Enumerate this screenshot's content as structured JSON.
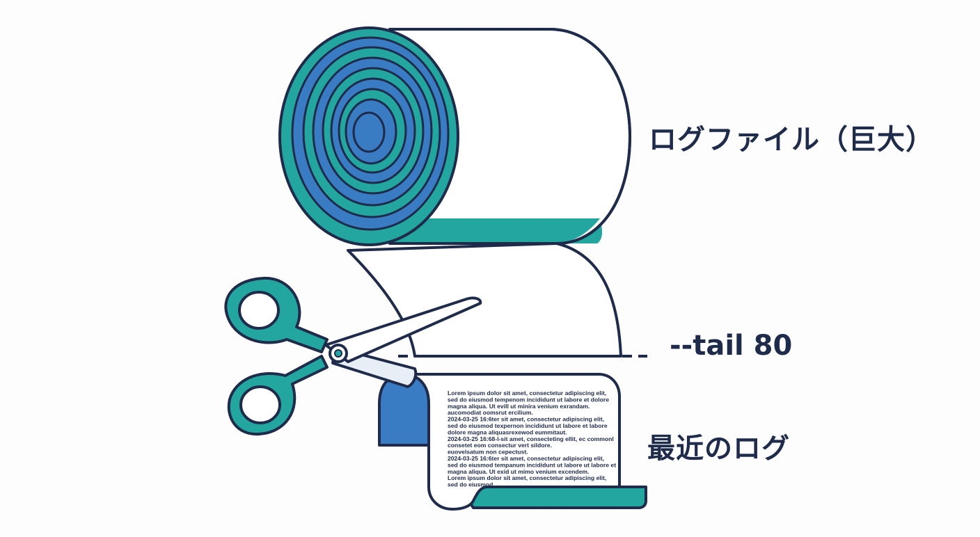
{
  "labels": {
    "roll": "ログファイル（巨大）",
    "tail": "--tail 80",
    "recent": "最近のログ"
  },
  "log_lines": [
    "Lorem ipsum dolor sit amet, consectetur adipiscing elit,",
    "sed do eiusmod tempenom incididunt ut labore et dolore",
    "magna aliqua. Ut evill ut minira venium exrandam.",
    "aucomodiat oomsrut ercilium.",
    "2024-03-25 16:6ter sit amet, consectetur adipiscing elit,",
    "sed do eiusmod texpernon incididunt ut labore et labore",
    "dolore magna aliquasrexewod eummitaut.",
    "2024-03-25 16:68-l-sit amet, consecteting ellit, ec commonl",
    "consetet eom consectur vert sildore.",
    "euovelsatum non cepectust.",
    "2024-03-25 16:6ter sit amet, consectetur adipiscing elit,",
    "sed do eiusmod tempanum incididunt ut labore ut labore et",
    "magna aliqua. Ut exid ut mimo venium excendem.",
    "Lorem ipsum dolor sit amet, consectetur adipiscing elit,",
    "sed do eiusmod"
  ],
  "colors": {
    "outline": "#1e2b4a",
    "teal": "#24a6a0",
    "blue": "#3a7cc4",
    "paper": "#ffffff"
  },
  "icons": {
    "roll": "paper-roll-icon",
    "scissors": "scissors-icon",
    "snippet": "log-snippet-icon"
  }
}
